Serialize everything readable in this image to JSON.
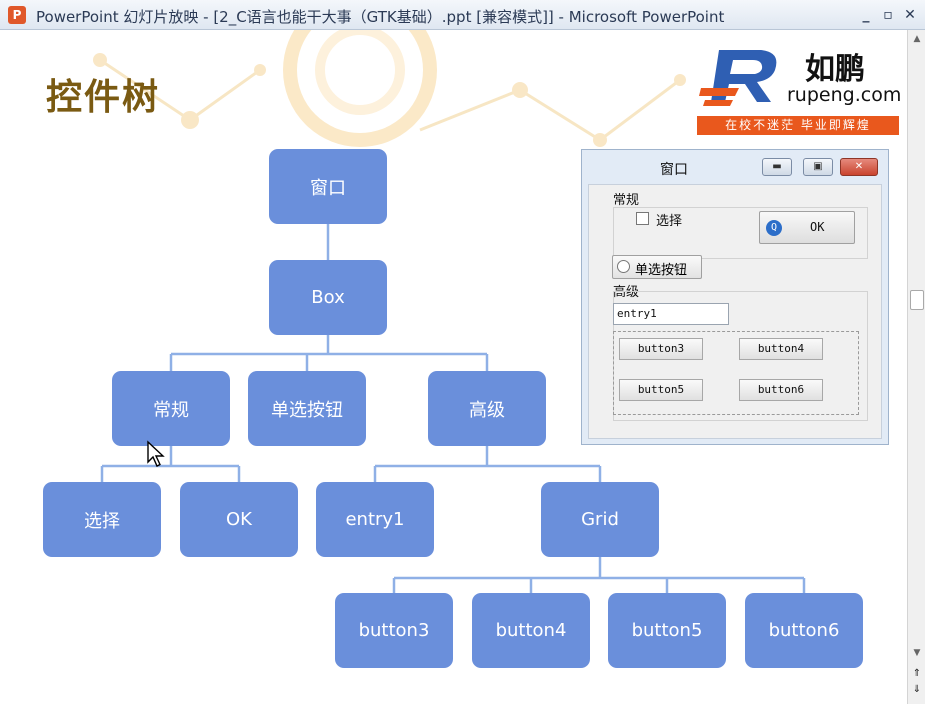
{
  "window": {
    "title": "PowerPoint 幻灯片放映 - [2_C语言也能干大事（GTK基础）.ppt [兼容模式]] - Microsoft PowerPoint",
    "icon": "powerpoint-icon",
    "controls": {
      "minimize": "_",
      "maximize": "▫",
      "close": "✕"
    }
  },
  "slide": {
    "title": "控件树",
    "logo": {
      "name": "如鹏",
      "domain": "rupeng.com",
      "slogan": "在校不迷茫 毕业即辉煌",
      "colors": {
        "blue": "#2f5fb3",
        "orange": "#e9581d"
      }
    },
    "tree": {
      "root": "窗口",
      "box": "Box",
      "level2": [
        "常规",
        "单选按钮",
        "高级"
      ],
      "changgui_children": [
        "选择",
        "OK"
      ],
      "gaoji_children": [
        "entry1",
        "Grid"
      ],
      "grid_children": [
        "button3",
        "button4",
        "button5",
        "button6"
      ],
      "node_color": "#6a8fdb",
      "line_color": "#8fb0e6"
    },
    "demo_window": {
      "title": "窗口",
      "frame_general": "常规",
      "checkbox_label": "选择",
      "ok_label": "OK",
      "radio_label": "单选按钮",
      "frame_advanced": "高级",
      "entry_value": "entry1",
      "grid_buttons": [
        "button3",
        "button4",
        "button5",
        "button6"
      ]
    }
  }
}
